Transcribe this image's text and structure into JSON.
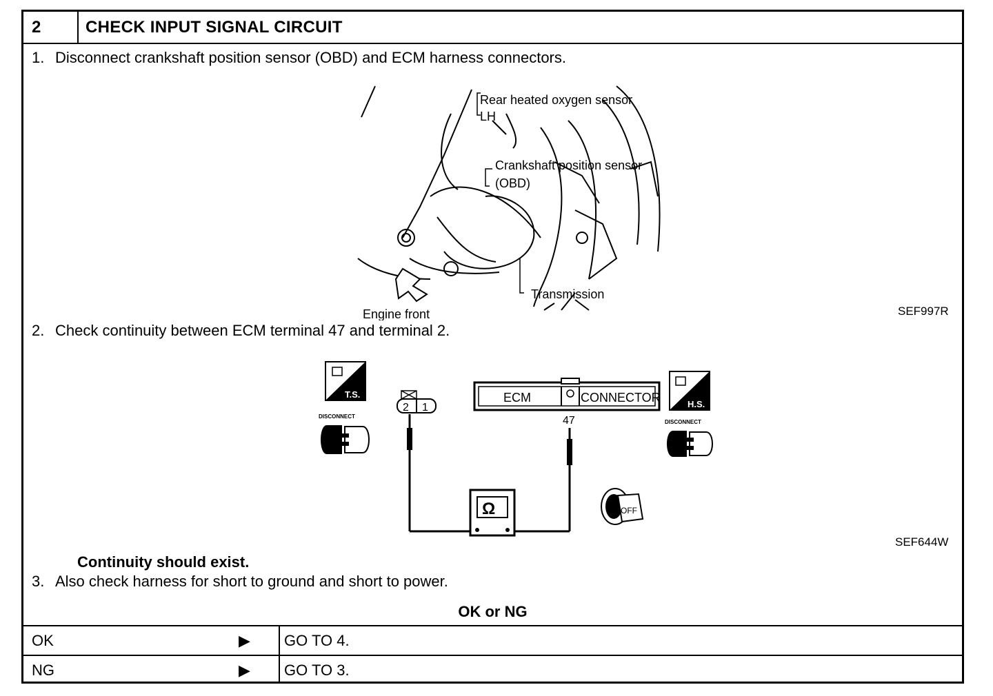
{
  "header": {
    "step_number": "2",
    "title": "CHECK INPUT SIGNAL CIRCUIT"
  },
  "steps": [
    {
      "num": "1.",
      "text": "Disconnect crankshaft position sensor (OBD) and ECM harness connectors."
    },
    {
      "num": "2.",
      "text": "Check continuity between ECM terminal 47 and terminal 2."
    },
    {
      "num": "3.",
      "text": "Also check harness for short to ground and short to power."
    }
  ],
  "figure1": {
    "labels": {
      "rear_sensor_1": "Rear heated oxygen sensor",
      "rear_sensor_2": "LH",
      "crank_1": "Crankshaft position sensor",
      "crank_2": "(OBD)",
      "transmission": "Transmission",
      "engine_front": "Engine front"
    },
    "ref": "SEF997R"
  },
  "figure2": {
    "ts_label": "T.S.",
    "hs_label": "H.S.",
    "disconnect_label": "DISCONNECT",
    "pin2": "2",
    "pin1": "1",
    "ecm": "ECM",
    "connector": "CONNECTOR",
    "terminal": "47",
    "ohm": "Ω",
    "off": "OFF",
    "ref": "SEF644W"
  },
  "note": "Continuity should exist.",
  "result_title": "OK or NG",
  "results": [
    {
      "label": "OK",
      "arrow": "▶",
      "action": "GO TO 4."
    },
    {
      "label": "NG",
      "arrow": "▶",
      "action": "GO TO 3."
    }
  ]
}
